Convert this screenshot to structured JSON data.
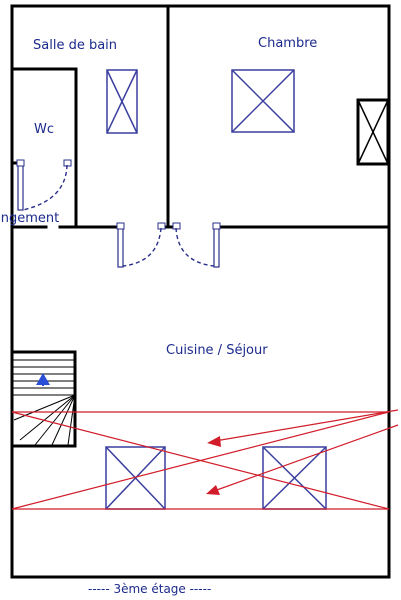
{
  "rooms": {
    "bathroom": "Salle de bain",
    "bedroom": "Chambre",
    "wc": "Wc",
    "storage": "Rangement",
    "living": "Cuisine / Séjour"
  },
  "floor_label": "----- 3ème étage -----",
  "colors": {
    "wall": "#000000",
    "text": "#1c2a8c",
    "window": "#3a3f9e",
    "roof_beams": "#d11d2a"
  }
}
